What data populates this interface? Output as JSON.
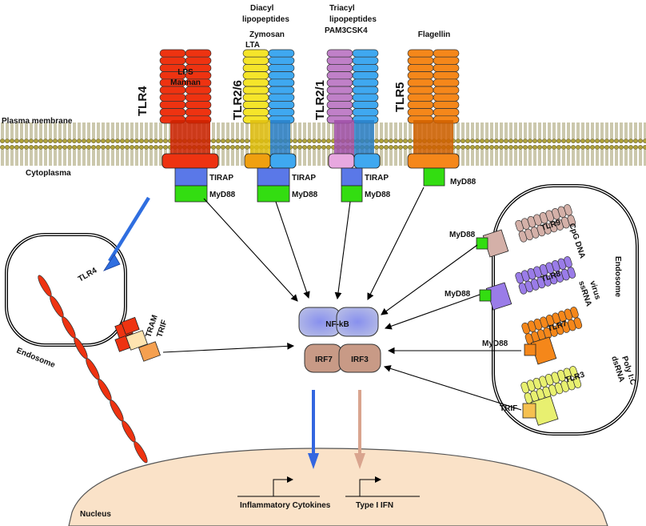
{
  "membrane": {
    "plasma": "Plasma membrane",
    "cytoplasma": "Cytoplasma"
  },
  "receptors": [
    {
      "name": "TLR4",
      "ligand_lines": [
        "LPS",
        "Mannan"
      ],
      "adaptors": [
        "TIRAP",
        "MyD88"
      ]
    },
    {
      "name": "TLR2/6",
      "ligand_lines": [
        "Diacyl",
        "lipopeptides",
        "Zymosan",
        "LTA"
      ],
      "adaptors": [
        "TIRAP",
        "MyD88"
      ]
    },
    {
      "name": "TLR2/1",
      "ligand_lines": [
        "Triacyl",
        "lipopeptides",
        "PAM3CSK4"
      ],
      "adaptors": [
        "TIRAP",
        "MyD88"
      ]
    },
    {
      "name": "TLR5",
      "ligand_lines": [
        "Flagellin"
      ],
      "adaptors": [
        "MyD88"
      ]
    }
  ],
  "left_endosome": {
    "label": "Endosome",
    "receptor": "TLR4",
    "adaptors": [
      "TRAM",
      "TRIF"
    ]
  },
  "right_endosome": {
    "label": "Endosome",
    "receptors": [
      {
        "name": "TLR9",
        "ligand": "CpG DNA",
        "adaptor": "MyD88"
      },
      {
        "name": "TLR8",
        "ligand_lines": [
          "virus",
          "ssRNA"
        ],
        "adaptor": "MyD88"
      },
      {
        "name": "TLR7",
        "adaptor": "MyD88"
      },
      {
        "name": "TLR3",
        "ligand_lines": [
          "Poly I:C",
          "dsRNA"
        ],
        "adaptor": "TRIF"
      }
    ]
  },
  "factors": {
    "nfkb": "NF-kB",
    "irf7": "IRF7",
    "irf3": "IRF3"
  },
  "nucleus": {
    "label": "Nucleus",
    "genes": [
      "Inflammatory Cytokines",
      "Type I IFN"
    ]
  },
  "colors": {
    "tlr4": "#ee3311",
    "tlr2": "#3fa8f0",
    "tlr6": "#f5e52a",
    "tlr1": "#c080c8",
    "tlr5": "#f5871a",
    "tlr9": "#d4b0a8",
    "tlr8": "#9a7ce8",
    "tlr3": "#e8f070",
    "tirap": "#5a78e8",
    "myd88": "#33dd11",
    "tram": "#ffe4b0",
    "nucleus": "#fae2c8",
    "nfkb": "#9aa4e0",
    "irf": "#c89a86"
  }
}
